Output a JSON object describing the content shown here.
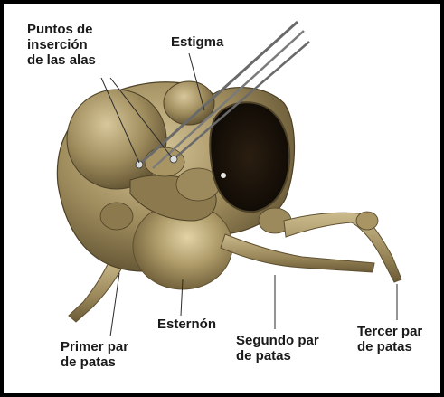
{
  "labels": {
    "wing_points": [
      "Puntos de",
      "inserción",
      "de las alas"
    ],
    "stigma": "Estigma",
    "sternum": "Esternón",
    "first_pair": [
      "Primer par",
      "de patas"
    ],
    "second_pair": [
      "Segundo par",
      "de patas"
    ],
    "third_pair": [
      "Tercer par",
      "de patas"
    ]
  },
  "colors": {
    "border": "#000000",
    "background": "#ffffff",
    "body_base": "#9c8a5c",
    "body_light": "#c9b98a",
    "body_dark": "#5e5030",
    "cavity": "#1a1208",
    "pin": "#6a6a6a",
    "leader_line": "#2a2a2a",
    "label_text": "#1a1a1a"
  }
}
